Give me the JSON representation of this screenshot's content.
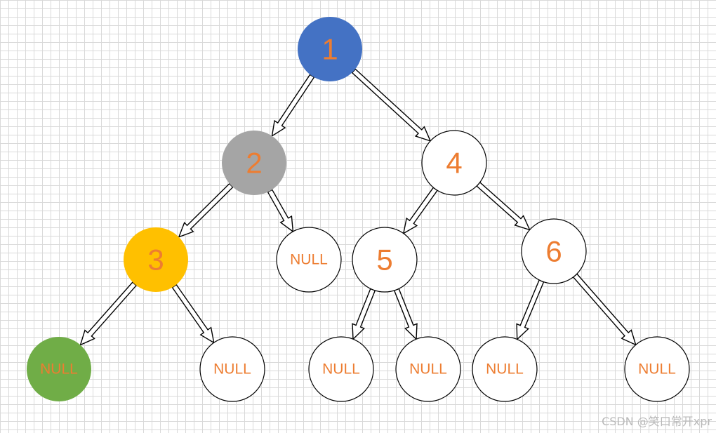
{
  "diagram": {
    "title": "",
    "colors": {
      "stroke": "#000000",
      "label": "#ed7d31",
      "edge_fill": "#ffffff"
    },
    "nodes": [
      {
        "id": "n1",
        "label": "1",
        "fill": "#4472c4"
      },
      {
        "id": "n2",
        "label": "2",
        "fill": "#a5a5a5"
      },
      {
        "id": "n4",
        "label": "4",
        "fill": "#ffffff"
      },
      {
        "id": "n3",
        "label": "3",
        "fill": "#ffc000"
      },
      {
        "id": "nl1",
        "label": "NULL",
        "fill": "#ffffff"
      },
      {
        "id": "n5",
        "label": "5",
        "fill": "#ffffff"
      },
      {
        "id": "n6",
        "label": "6",
        "fill": "#ffffff"
      },
      {
        "id": "nl2",
        "label": "NULL",
        "fill": "#70ad47"
      },
      {
        "id": "nl3",
        "label": "NULL",
        "fill": "#ffffff"
      },
      {
        "id": "nl4",
        "label": "NULL",
        "fill": "#ffffff"
      },
      {
        "id": "nl5",
        "label": "NULL",
        "fill": "#ffffff"
      },
      {
        "id": "nl6",
        "label": "NULL",
        "fill": "#ffffff"
      },
      {
        "id": "nl7",
        "label": "NULL",
        "fill": "#ffffff"
      }
    ],
    "edges": [
      {
        "from": "n1",
        "to": "n2"
      },
      {
        "from": "n1",
        "to": "n4"
      },
      {
        "from": "n2",
        "to": "n3"
      },
      {
        "from": "n2",
        "to": "nl1"
      },
      {
        "from": "n4",
        "to": "n5"
      },
      {
        "from": "n4",
        "to": "n6"
      },
      {
        "from": "n3",
        "to": "nl2"
      },
      {
        "from": "n3",
        "to": "nl3"
      },
      {
        "from": "n5",
        "to": "nl4"
      },
      {
        "from": "n5",
        "to": "nl5"
      },
      {
        "from": "n6",
        "to": "nl6"
      },
      {
        "from": "n6",
        "to": "nl7"
      }
    ]
  },
  "watermark": "CSDN @笑口常开xpr"
}
